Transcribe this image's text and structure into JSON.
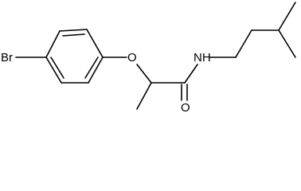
{
  "molecule": {
    "atoms": {
      "bromine": "Br",
      "ether_oxygen": "O",
      "amide_nitrogen_hydrogen": "NH",
      "carbonyl_oxygen": "O"
    }
  },
  "colors": {
    "bond": "#000000",
    "label": "#000000",
    "background": "#ffffff"
  }
}
